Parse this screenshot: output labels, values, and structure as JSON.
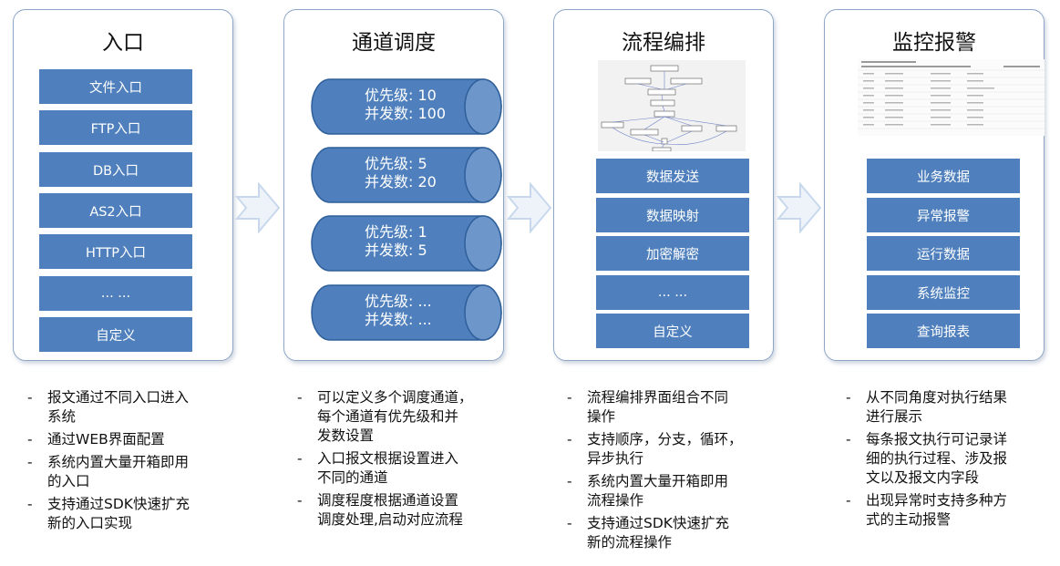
{
  "colors": {
    "accent": "#4f80bd",
    "border": "#8ea6c6",
    "arrow": "#c8d8ec"
  },
  "panels": [
    {
      "title": "入口",
      "items": [
        "文件入口",
        "FTP入口",
        "DB入口",
        "AS2入口",
        "HTTP入口",
        "... ...",
        "自定义"
      ]
    },
    {
      "title": "通道调度",
      "channels": [
        {
          "priority": "优先级: 10",
          "concurrency": "并发数: 100"
        },
        {
          "priority": "优先级: 5",
          "concurrency": "并发数: 20"
        },
        {
          "priority": "优先级: 1",
          "concurrency": "并发数: 5"
        },
        {
          "priority": "优先级: ...",
          "concurrency": "并发数: ..."
        }
      ]
    },
    {
      "title": "流程编排",
      "items": [
        "数据发送",
        "数据映射",
        "加密解密",
        "... ...",
        "自定义"
      ]
    },
    {
      "title": "监控报警",
      "items": [
        "业务数据",
        "异常报警",
        "运行数据",
        "系统监控",
        "查询报表"
      ]
    }
  ],
  "bullets": [
    [
      [
        "报文通过不同入口进入",
        "系统"
      ],
      [
        "通过WEB界面配置"
      ],
      [
        "系统内置大量开箱即用",
        "的入口"
      ],
      [
        "支持通过SDK快速扩充",
        "新的入口实现"
      ]
    ],
    [
      [
        "可以定义多个调度通道，",
        "每个通道有优先级和并",
        "发数设置"
      ],
      [
        "入口报文根据设置进入",
        "不同的通道"
      ],
      [
        "调度程度根据通道设置",
        "调度处理,启动对应流程"
      ]
    ],
    [
      [
        "流程编排界面组合不同",
        "操作"
      ],
      [
        "支持顺序，分支，循环，",
        "异步执行"
      ],
      [
        "系统内置大量开箱即用",
        "流程操作"
      ],
      [
        "支持通过SDK快速扩充",
        "新的流程操作"
      ]
    ],
    [
      [
        "从不同角度对执行结果",
        "进行展示"
      ],
      [
        "每条报文执行可记录详",
        "细的执行过程、涉及报",
        "文以及报文内字段"
      ],
      [
        "出现异常时支持多种方",
        "式的主动报警"
      ]
    ]
  ],
  "bullet_marker": "-"
}
